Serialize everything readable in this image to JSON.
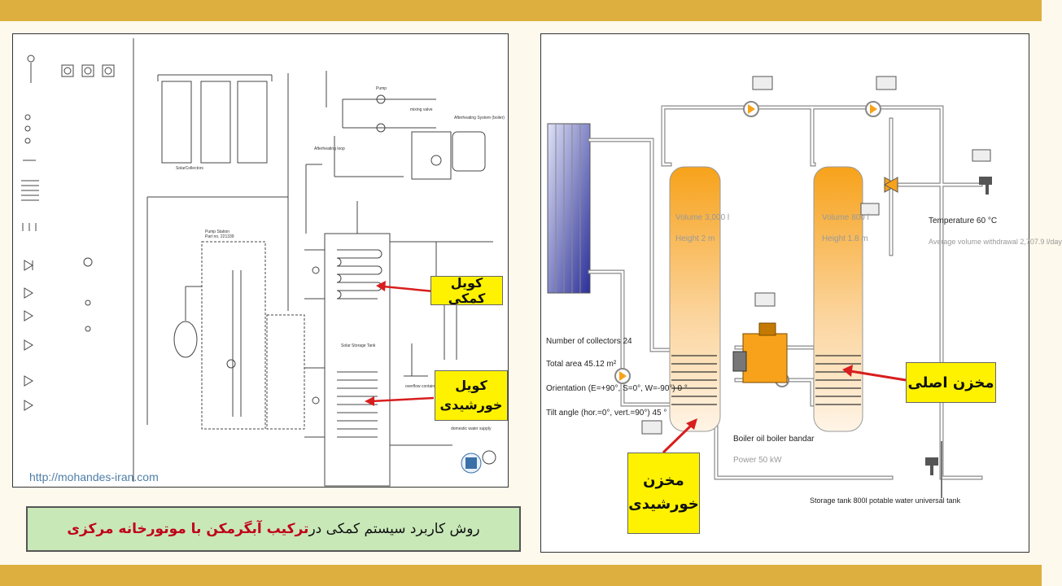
{
  "caption": {
    "part1": "روش کاربرد سیستم کمکی در ",
    "part2": "ترکیب آبگرمکن با موتورخانه مرکزی"
  },
  "left_diagram": {
    "watermark": "http://mohandes-iran.com",
    "callout_aux_coil": "کویل کمکی",
    "callout_solar_coil": "کویل خورشیدی",
    "labels": {
      "solar_collectors": "SolarCollectors",
      "pump_station": "Pump Station",
      "part_no": "Part no. 221339",
      "solar_storage_tank": "Solar Storage Tank",
      "afterheating_loop": "Afterheating loop",
      "afterheating_system": "Afterheating System (boiler)",
      "pump": "Pump",
      "mixing_valve": "mixing valve",
      "domestic_water": "domestic water supply",
      "overflow": "overflow container"
    }
  },
  "right_diagram": {
    "callout_main_tank": "مخزن اصلی",
    "callout_solar_tank": "مخزن خورشیدی",
    "collectors_info": [
      "Number of collectors 24",
      "Total area 45.12 m²",
      "Orientation (E=+90°, S=0°, W=-90°) 0 °",
      "Tilt angle (hor.=0°, vert.=90°) 45 °"
    ],
    "tank1_volume": "Volume 3,000 l",
    "tank1_height": "Height 2 m",
    "tank2_volume": "Volume 800 l",
    "tank2_height": "Height 1.8 m",
    "temperature": "Temperature 60 °C",
    "withdrawal": "Average volume withdrawal 2,707.9 l/day",
    "boiler_name": "Boiler oil boiler bandar",
    "boiler_power": "Power 50 kW",
    "storage_label": "Storage tank 800l potable water universal tank"
  },
  "colors": {
    "accent_bar": "#dcaf3f",
    "callout": "#fff200",
    "arrow": "#d81e1e",
    "caption_bg": "#c8e8b8",
    "highlight_text": "#c0001a",
    "tank_orange": "#f7a21a",
    "collector_blue": "#2b2f9a"
  }
}
